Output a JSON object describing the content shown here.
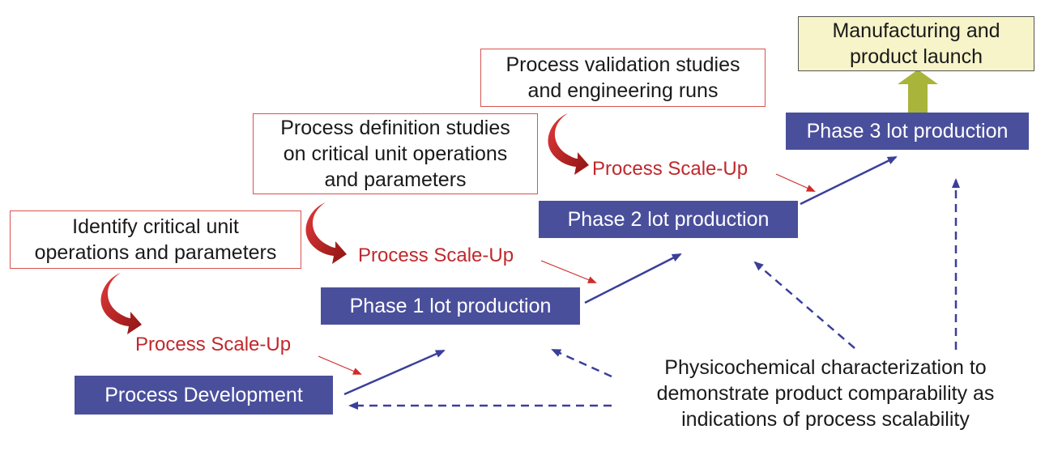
{
  "launch_box": {
    "lines": [
      "Manufacturing and",
      "product launch"
    ]
  },
  "validation_box": {
    "lines": [
      "Process validation studies",
      "and engineering runs"
    ]
  },
  "definition_box": {
    "lines": [
      "Process definition studies",
      "on critical unit operations",
      "and parameters"
    ]
  },
  "identify_box": {
    "lines": [
      "Identify critical unit",
      "operations and parameters"
    ]
  },
  "phases": {
    "phase3": "Phase 3 lot production",
    "phase2": "Phase 2 lot production",
    "phase1": "Phase 1 lot production",
    "development": "Process Development"
  },
  "scale_up_label": "Process Scale-Up",
  "characterization_note": {
    "lines": [
      "Physicochemical characterization to",
      "demonstrate product comparability as",
      "indications of process scalability"
    ]
  },
  "colors": {
    "phase_fill": "#4a4f9c",
    "scale_up_red": "#c0282c",
    "launch_fill": "#f6f4c8",
    "launch_arrow": "#a8b43a",
    "dashed_blue": "#3a3f9a"
  }
}
